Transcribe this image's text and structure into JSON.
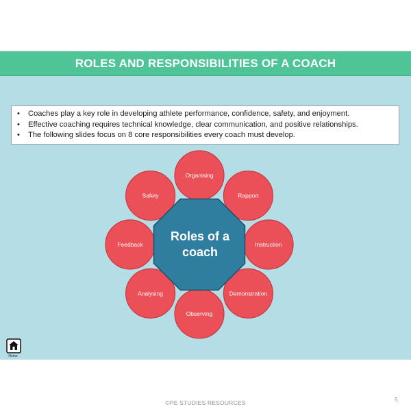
{
  "slide": {
    "title": "ROLES AND RESPONSIBILITIES OF A COACH",
    "bullets": [
      "Coaches play a key role in developing athlete performance, confidence, safety, and enjoyment.",
      "Effective coaching requires technical knowledge, clear communication, and positive relationships.",
      "The following slides focus on 8 core responsibilities every coach must develop."
    ],
    "bullet_symbol": "•"
  },
  "diagram": {
    "center_line1": "Roles of a",
    "center_line2": "coach",
    "roles": [
      "Organising",
      "Rapport",
      "Instruction",
      "Demonstration",
      "Observing",
      "Analysing",
      "Feedback",
      "Safety"
    ]
  },
  "footer": {
    "copyright": "©PE STUDIES RESOURCES",
    "page_number": "5",
    "home_label": "Home"
  },
  "colors": {
    "title_bar": "#4ec497",
    "slide_background": "#b5dde6",
    "center_fill": "#2f7ea0",
    "role_fill": "#eb5058"
  }
}
